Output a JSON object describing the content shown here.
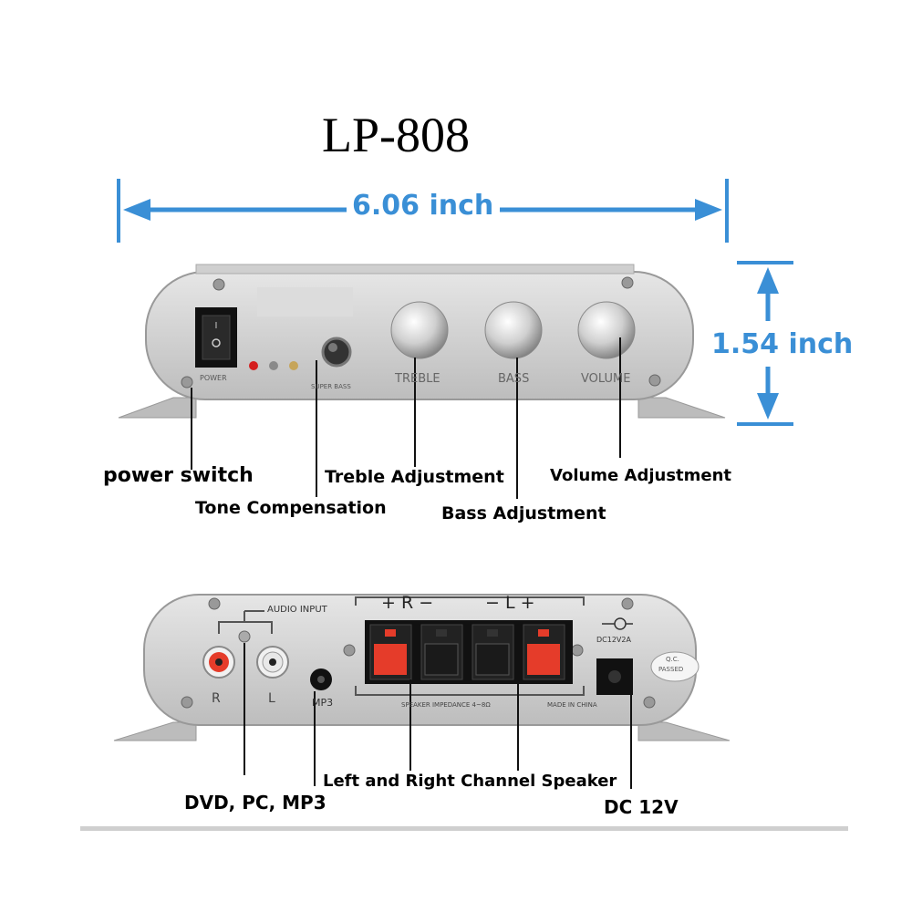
{
  "title": "LP-808",
  "dimensions": {
    "width": "6.06 inch",
    "height": "1.54 inch"
  },
  "front_panel": {
    "power_text": "POWER",
    "super_bass_text": "SUPER BASS",
    "treble_text": "TREBLE",
    "bass_text": "BASS",
    "volume_text": "VOLUME"
  },
  "rear_panel": {
    "audio_input_text": "AUDIO INPUT",
    "r_text": "R",
    "l_text": "L",
    "mp3_text": "MP3",
    "plus_r_minus": "+ R −",
    "minus_l_plus": "− L +",
    "impedance_text": "SPEAKER IMPEDANCE 4~8Ω",
    "made_in_text": "MADE IN CHINA",
    "dc_rating_text": "DC12V2A",
    "qc_line1": "Q.C.",
    "qc_line2": "PASSED"
  },
  "callouts": {
    "power_switch": "power switch",
    "tone_compensation": "Tone Compensation",
    "treble_adjustment": "Treble Adjustment",
    "bass_adjustment": "Bass Adjustment",
    "volume_adjustment": "Volume Adjustment",
    "dvd_pc_mp3": "DVD, PC, MP3",
    "speaker": "Left and Right Channel Speaker",
    "dc_12v": "DC 12V"
  },
  "colors": {
    "dimension_blue": "#3a8fd6",
    "panel_silver": "#d8d8d8",
    "terminal_red": "#e53c2a"
  }
}
